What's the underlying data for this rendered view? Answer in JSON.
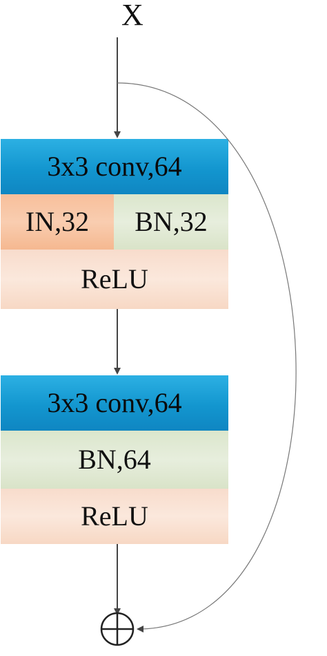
{
  "input_label": "X",
  "block1": {
    "conv_label": "3x3 conv,64",
    "in_label": "IN,32",
    "bn_label": "BN,32",
    "relu_label": "ReLU"
  },
  "block2": {
    "conv_label": "3x3 conv,64",
    "bn_label": "BN,64",
    "relu_label": "ReLU"
  },
  "colors": {
    "conv": "#1a9fd9",
    "in": "#f8c6a4",
    "bn": "#e0e9d3",
    "relu": "#fbe2d4"
  },
  "output_icon": "plus-circle-icon"
}
